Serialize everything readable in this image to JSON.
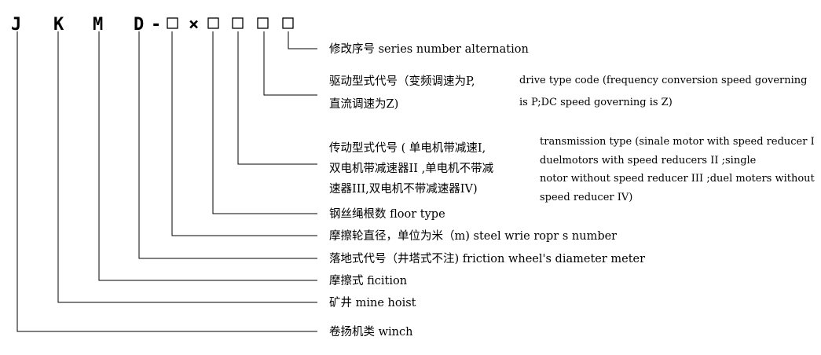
{
  "code": {
    "chars": [
      "J",
      "K",
      "M",
      "D",
      "-",
      "×"
    ],
    "box_glyph": "□"
  },
  "labels": [
    {
      "id": "series",
      "lines": [
        "修改序号 series number alternation"
      ]
    },
    {
      "id": "drive-zh",
      "lines": [
        "驱动型式代号（变频调速为P,",
        "直流调速为Z)"
      ]
    },
    {
      "id": "drive-en",
      "lines": [
        "drive type code (frequency conversion speed governing",
        "is P;DC speed governing is Z)"
      ]
    },
    {
      "id": "trans-zh",
      "lines": [
        "传动型式代号 ( 单电机带减速I,",
        "双电机带减速器II ,单电机不带减",
        "速器III,双电机不带减速器IV)"
      ]
    },
    {
      "id": "trans-en",
      "lines": [
        "transmission type (sinale motor with speed reducer I",
        "duelmotors with speed reducers II  ;single",
        "notor without speed reducer  III    ;duel moters without",
        "speed reducer IV)"
      ]
    },
    {
      "id": "floor",
      "lines": [
        "钢丝绳根数 floor type"
      ]
    },
    {
      "id": "wheel",
      "lines": [
        "摩擦轮直径，单位为米（m) steel wrie ropr s number"
      ]
    },
    {
      "id": "landing",
      "lines": [
        "落地式代号（井塔式不注) friction wheel's diameter meter"
      ]
    },
    {
      "id": "friction",
      "lines": [
        "摩擦式 ficition"
      ]
    },
    {
      "id": "mine",
      "lines": [
        "矿井 mine hoist"
      ]
    },
    {
      "id": "winch",
      "lines": [
        "卷扬机类 winch"
      ]
    }
  ]
}
